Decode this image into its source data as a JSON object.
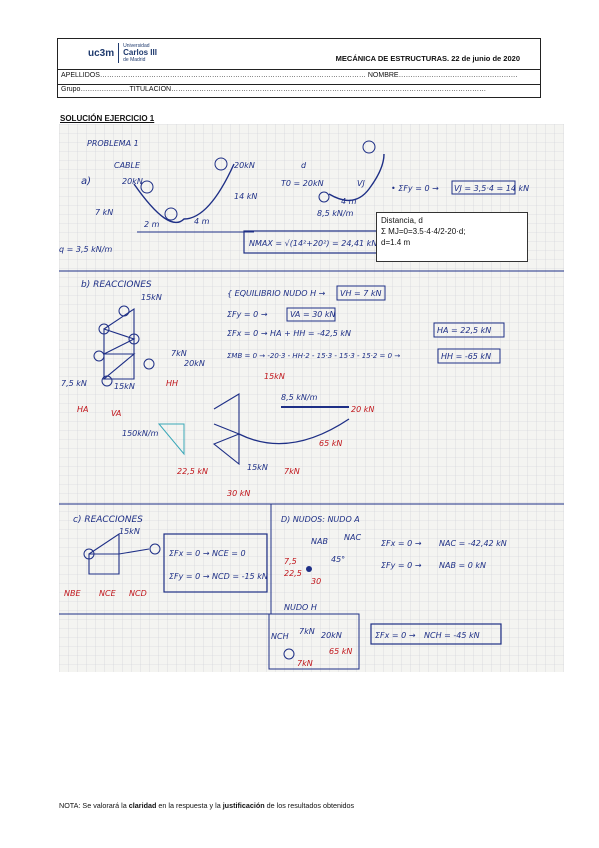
{
  "header": {
    "logo_mark": "uc3m",
    "logo_university_line1": "Universidad",
    "logo_university_line2": "Carlos III",
    "logo_university_line3": "de Madrid",
    "exam_title": "MECÁNICA DE ESTRUCTURAS.  22 de junio de 2020",
    "apellidos_label": "APELLIDOS",
    "apellidos_dots": "……………………………………………………………………………………………………",
    "nombre_label": "NOMBRE",
    "nombre_dots": "……………………………………………",
    "grupo_label": "Grupo",
    "grupo_dots": "…………………",
    "titulacion_label": "TITULACIÓN",
    "titulacion_dots": "………………………………………………………………………………………………………………………"
  },
  "solution_title": "SOLUCIÓN EJERCICIO 1",
  "distance_box": {
    "line1": "Distancia, d",
    "line2": "Σ MJ=0=3.5·4·4/2-20·d;",
    "line3": "d=1.4 m"
  },
  "handwritten": {
    "problem": "PROBLEMA 1",
    "cable": "CABLE",
    "part_a": "a)",
    "part_b": "b) REACCIONES",
    "part_c": "c) REACCIONES",
    "part_d": "D) NUDOS:  NUDO A",
    "nudo_h": "NUDO H",
    "f20a": "20kN",
    "f7a": "7 kN",
    "f14": "14 kN",
    "f20b": "20kN",
    "t0": "T0 = 20kN",
    "vj": "VJ",
    "d": "d",
    "four_m_a": "4 m",
    "two_m": "2 m",
    "four_m_b": "4 m",
    "q": "q = 3,5 kN/m",
    "nmax": "NMAX = √(14²+20²) = 24,41 kN",
    "sfy_a": "• ΣFy = 0 →",
    "vj_val": "VJ = 3,5·4 = 14 kN",
    "equil": "{ EQUILIBRIO NUDO H →",
    "vh": "VH = 7 kN",
    "sfy_b": "ΣFy = 0 →",
    "va": "VA = 30 kN",
    "sfx_b": "ΣFx = 0 → HA + HH = -42,5 kN",
    "sm": "ΣMB = 0 → -20·3 - HH·2 - 15·3 - 15·3 - 15·2 = 0 →",
    "ha": "HA = 22,5 kN",
    "hh": "HH = -65 kN",
    "f15a": "15kN",
    "f7b": "7kN",
    "f20c": "20kN",
    "f75": "7,5 kN",
    "f15b": "15kN",
    "hh_lbl": "HH",
    "ha_lbl": "HA",
    "va_lbl": "VA",
    "load85": "8,5 kN/m",
    "f20d": "20 kN",
    "f15c": "15kN",
    "f150": "150kN/m",
    "f65a": "65 kN",
    "f225": "22,5 kN",
    "f15d": "15kN",
    "f7c": "7kN",
    "f30": "30 kN",
    "f15e": "15kN",
    "sfx_c": "ΣFx = 0 → NCE = 0",
    "sfy_c": "ΣFy = 0 → NCD = -15 kN",
    "nbe": "NBE",
    "nce": "NCE",
    "ncd": "NCD",
    "nab": "NAB",
    "nac": "NAC",
    "deg45": "45°",
    "f75b": "7,5",
    "f225b": "22,5",
    "f30b": "30",
    "sfx_d": "ΣFx = 0 →",
    "nac_val": "NAC = -42,42 kN",
    "sfy_d": "ΣFy = 0 →",
    "nab_val": "NAB = 0  kN",
    "nch": "NCH",
    "f7d": "7kN",
    "f20e": "20kN",
    "f65b": "65 kN",
    "f7e": "7kN",
    "sfx_e": "ΣFx = 0 →",
    "nch_val": "NCH = -45 kN"
  },
  "note": {
    "prefix": "NOTA: Se valorará la ",
    "bold1": "claridad",
    "middle": " en la respuesta y la ",
    "bold2": "justificación",
    "suffix": " de los resultados obtenidos"
  },
  "colors": {
    "ink_blue": "#1e2f86",
    "ink_red": "#c0141a",
    "ink_green": "#2a7a3a",
    "grid": "#c9cdd6",
    "hatch": "#3aa7b8"
  }
}
